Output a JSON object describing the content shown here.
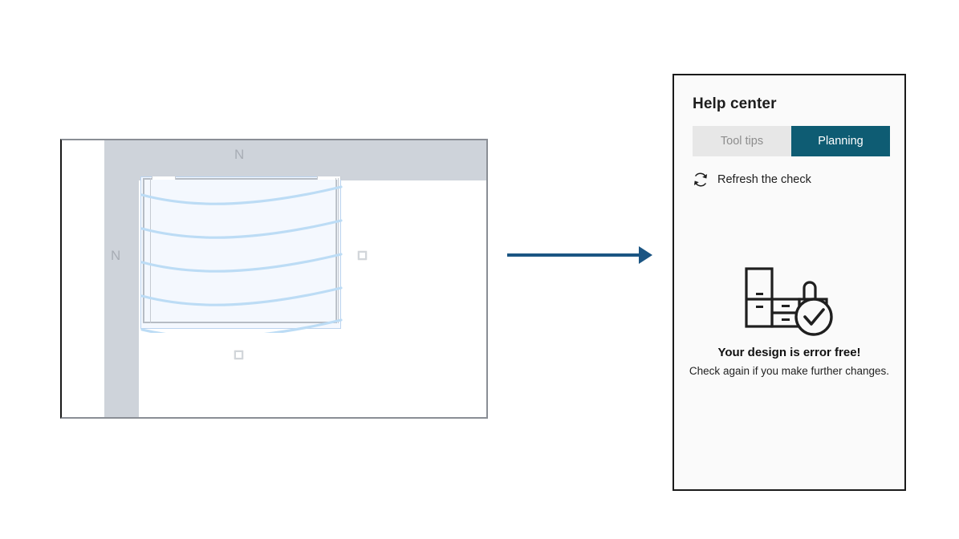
{
  "planner": {
    "name": "2d-floor-plan-view",
    "compass_labels": [
      "N",
      "N"
    ],
    "wall_color": "#ced3da",
    "selection_fill": "#f4f8fe",
    "selection_border": "#bcd4ef",
    "guide_line_color": "#bcdcf5",
    "handle_triangle_color": "#3d8ae0",
    "handle_square_border": "#d2d6da",
    "frame_border_color": "#8a8e95"
  },
  "flow": {
    "arrow_name": "right-arrow",
    "arrow_color": "#1b5583"
  },
  "panel": {
    "title": "Help center",
    "border_color": "#1a1a1a",
    "background": "#fafafa",
    "tabs": [
      {
        "label": "Tool tips",
        "active": false
      },
      {
        "label": "Planning",
        "active": true
      }
    ],
    "active_tab_color": "#0e5c73",
    "inactive_tab_color": "#e7e7e7",
    "refresh": {
      "label": "Refresh the check",
      "icon": "refresh-icon"
    },
    "status": {
      "illustration": "kitchen-cabinets-check-illustration",
      "heading": "Your design is error free!",
      "subtext": "Check again if you make further changes."
    }
  }
}
